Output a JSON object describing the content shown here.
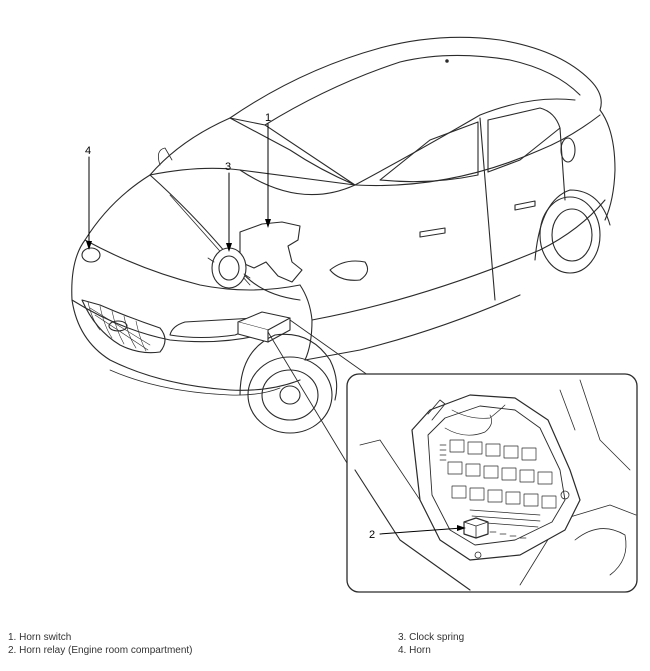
{
  "callouts": {
    "c1": "1",
    "c2": "2",
    "c3": "3",
    "c4": "4"
  },
  "legend": {
    "items": [
      "1. Horn switch",
      "2. Horn relay (Engine room compartment)",
      "3. Clock spring",
      "4. Horn"
    ]
  }
}
